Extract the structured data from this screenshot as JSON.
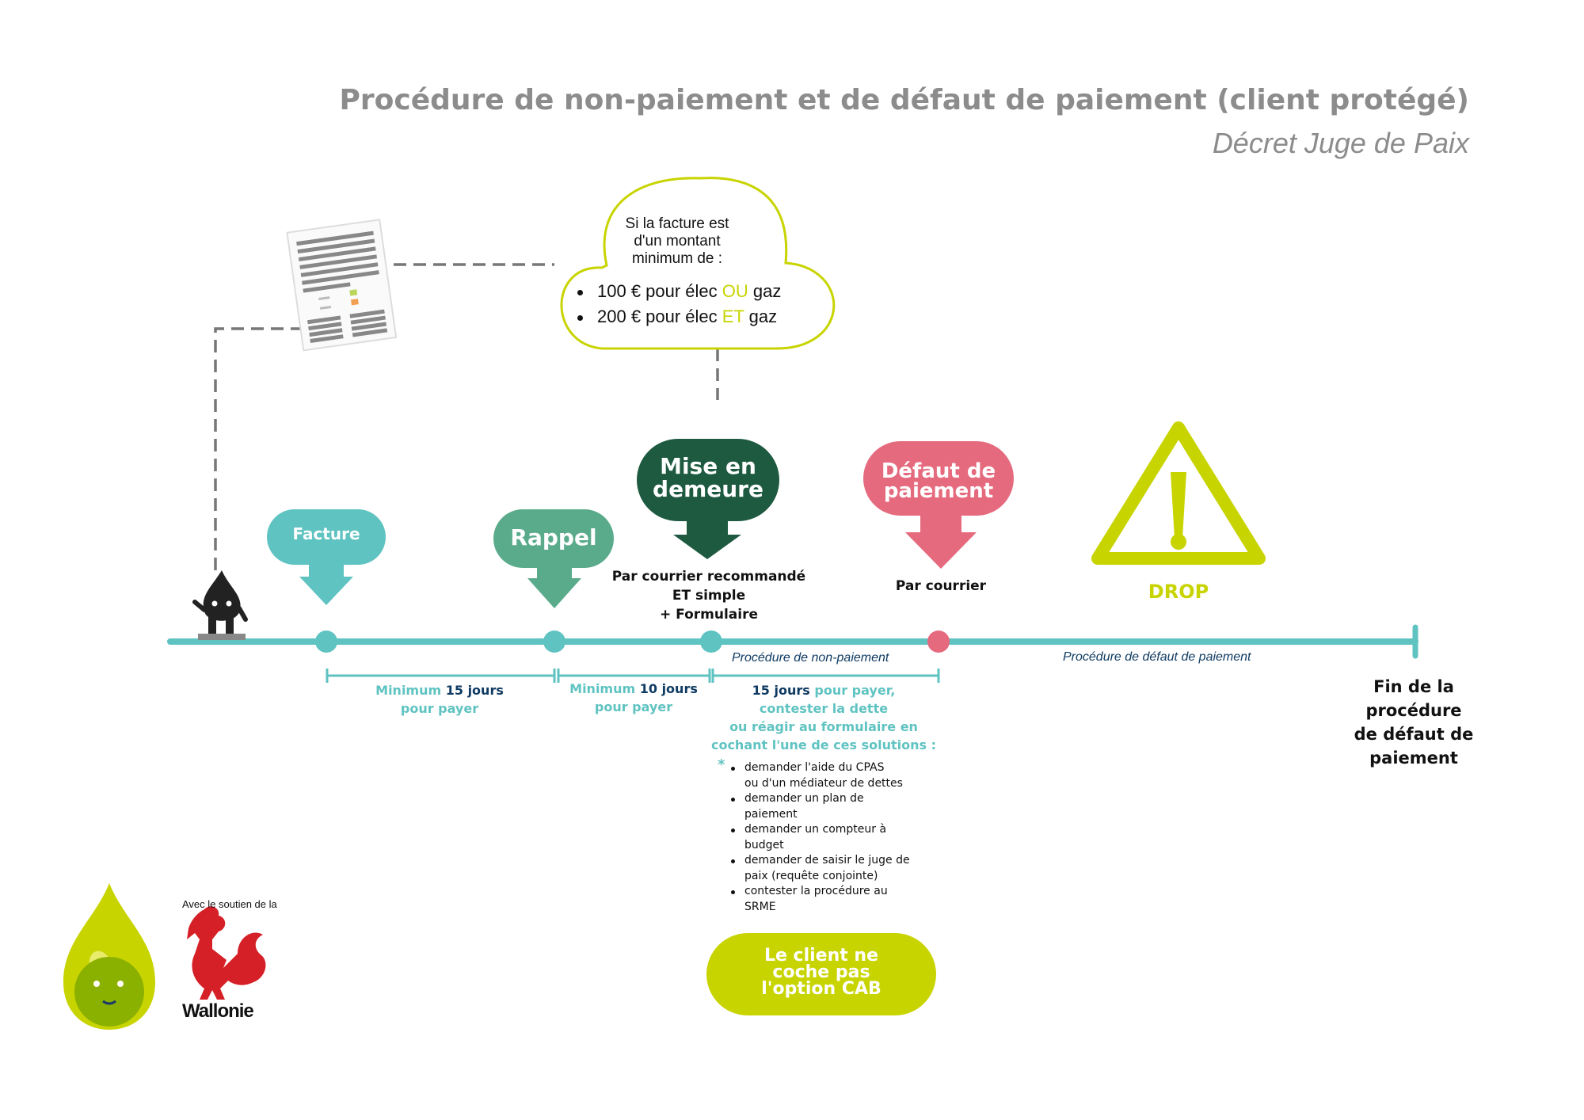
{
  "title": "Procédure de non-paiement et de défaut de paiement (client protégé)",
  "subtitle": "Décret Juge de Paix",
  "cloud": {
    "intro": [
      "Si la facture est",
      "d'un montant",
      "minimum de :"
    ],
    "item1": {
      "amount": "100 € pour élec",
      "connector": "OU",
      "energy": "gaz"
    },
    "item2": {
      "amount": "200 € pour élec",
      "connector": "ET",
      "energy": "gaz"
    }
  },
  "steps": {
    "facture": "Facture",
    "rappel": "Rappel",
    "mise_line1": "Mise en",
    "mise_line2": "demeure",
    "mise_sub": [
      "Par courrier recommandé",
      "ET simple",
      "+ Formulaire"
    ],
    "defaut_line1": "Défaut de",
    "defaut_line2": "paiement",
    "defaut_sub": "Par courrier",
    "drop": "DROP"
  },
  "gaps": {
    "g1": {
      "prefix": "Minimum",
      "days": "15 jours",
      "suffix": "pour payer"
    },
    "g2": {
      "prefix": "Minimum",
      "days": "10 jours",
      "suffix": "pour payer"
    },
    "g3": {
      "days": "15 jours",
      "line1_rest": "pour  payer,",
      "line2": "contester la dette",
      "line3": "ou réagir au formulaire en",
      "line4": "cochant l'une de ces solutions :"
    }
  },
  "phases": {
    "non_paiement": "Procédure de non-paiement",
    "defaut": "Procédure de défaut de paiement"
  },
  "asterisk": "*",
  "options": [
    [
      "demander l'aide du CPAS",
      " ou d'un médiateur de dettes"
    ],
    [
      "demander  un plan de",
      "paiement"
    ],
    [
      "demander un compteur à",
      "budget"
    ],
    [
      "demander de saisir le juge de",
      "paix (requête conjointe)"
    ],
    [
      "contester la procédure au",
      "SRME"
    ]
  ],
  "cab": [
    "Le client ne",
    "coche pas",
    "l'option CAB"
  ],
  "end": [
    "Fin de la",
    "procédure",
    "de défaut de",
    "paiement"
  ],
  "sponsor": {
    "text": "Avec le soutien de la",
    "region": "Wallonie"
  },
  "colors": {
    "teal": "#5fc3c1",
    "green": "#5aab8b",
    "dark_green": "#1d5a40",
    "pink": "#e56a7e",
    "lime": "#c8d400",
    "navy": "#0f3b63",
    "grey": "#8c8c8c",
    "red": "#d52027"
  }
}
